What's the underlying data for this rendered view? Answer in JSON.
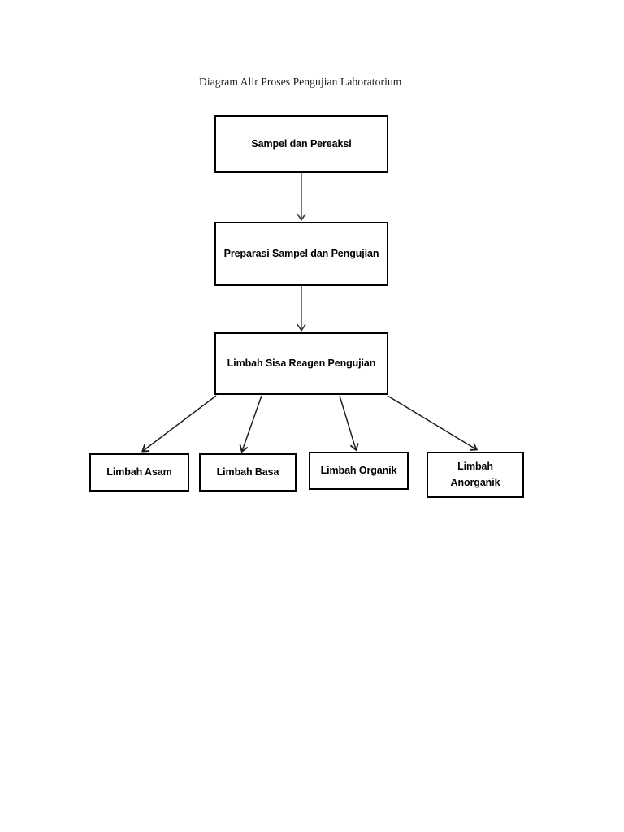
{
  "document": {
    "title": "Diagram Alir Proses Pengujian Laboratorium",
    "background_color": "#ffffff",
    "stroke_color": "#000000",
    "connector_color": "#3f3f3f"
  },
  "diagram": {
    "type": "flowchart",
    "orientation": "top-down",
    "nodes": [
      {
        "id": "sampel",
        "label": "Sampel dan Pereaksi",
        "shape": "rectangle",
        "level": 1
      },
      {
        "id": "preparasi",
        "label": "Preparasi Sampel dan Pengujian",
        "shape": "rectangle",
        "level": 2
      },
      {
        "id": "limbah",
        "label": "Limbah Sisa Reagen Pengujian",
        "shape": "rectangle",
        "level": 3
      },
      {
        "id": "asam",
        "label": "Limbah Asam",
        "shape": "rectangle",
        "level": 4
      },
      {
        "id": "basa",
        "label": "Limbah Basa",
        "shape": "rectangle",
        "level": 4
      },
      {
        "id": "organik",
        "label": "Limbah Organik",
        "shape": "rectangle",
        "level": 4
      },
      {
        "id": "anorganik",
        "label": "Limbah\nAnorganik",
        "shape": "rectangle",
        "level": 4
      }
    ],
    "edges": [
      {
        "from": "sampel",
        "to": "preparasi",
        "style": "straight-arrow"
      },
      {
        "from": "preparasi",
        "to": "limbah",
        "style": "straight-arrow"
      },
      {
        "from": "limbah",
        "to": "asam",
        "style": "diagonal-arrow"
      },
      {
        "from": "limbah",
        "to": "basa",
        "style": "diagonal-arrow"
      },
      {
        "from": "limbah",
        "to": "organik",
        "style": "diagonal-arrow"
      },
      {
        "from": "limbah",
        "to": "anorganik",
        "style": "diagonal-arrow"
      }
    ]
  }
}
